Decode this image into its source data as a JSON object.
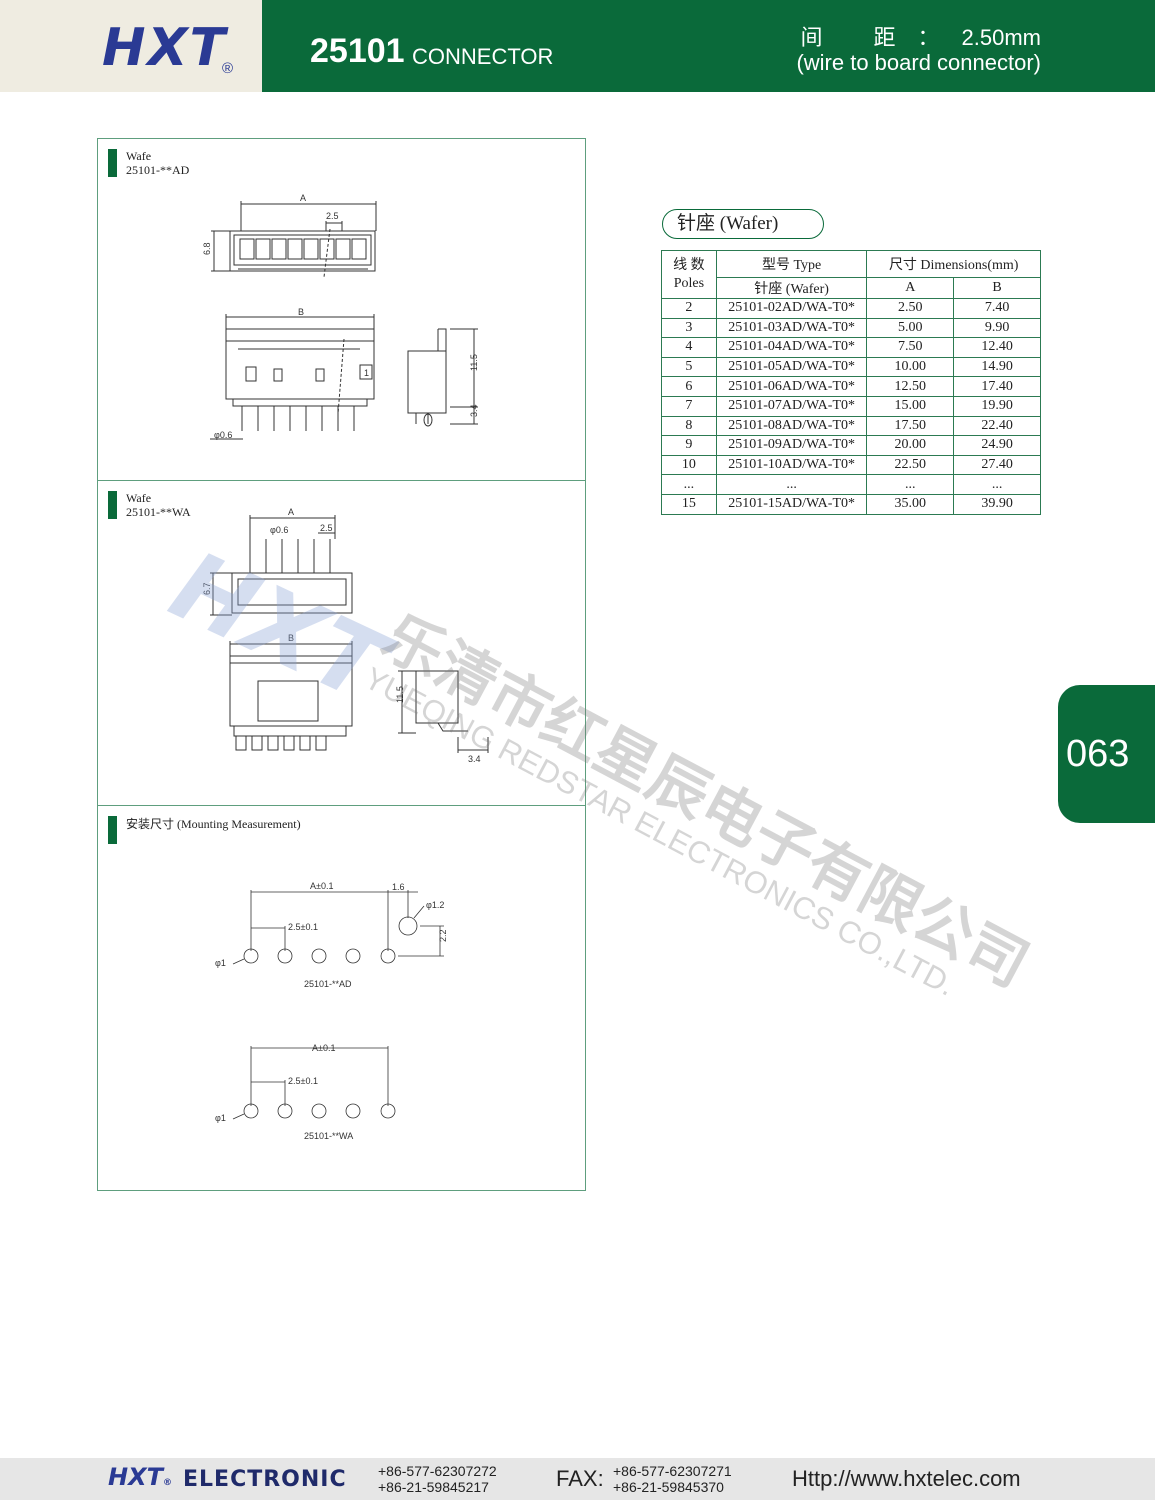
{
  "header": {
    "brand": "HXT",
    "registered": "®",
    "model": "25101",
    "kind": "CONNECTOR",
    "pitch_label": "间 距：",
    "pitch_value": "2.50mm",
    "subtitle": "(wire to board connector)"
  },
  "sections": {
    "ad": {
      "title": "Wafe",
      "part": "25101-**AD"
    },
    "wa": {
      "title": "Wafe",
      "part": "25101-**WA"
    },
    "mount": {
      "title": "安装尺寸 (Mounting Measurement)"
    }
  },
  "drawing_labels": {
    "ad_A": "A",
    "ad_pitch": "2.5",
    "ad_h": "6.8",
    "ad_B": "B",
    "ad_pin": "φ0.6",
    "ad_side_h": "11.5",
    "ad_side_l": "3.4",
    "ad_mark": "1",
    "wa_A": "A",
    "wa_pin": "φ0.6",
    "wa_pitch": "2.5",
    "wa_h": "6.7",
    "wa_B": "B",
    "wa_side_h": "11.5",
    "wa_side_l": "3.4",
    "m_ad_A": "A±0.1",
    "m_ad_off": "1.6",
    "m_ad_boss": "φ1.2",
    "m_ad_pitch": "2.5±0.1",
    "m_ad_dy": "2.2",
    "m_ad_hole": "φ1",
    "m_ad_part": "25101-**AD",
    "m_wa_A": "A±0.1",
    "m_wa_pitch": "2.5±0.1",
    "m_wa_hole": "φ1",
    "m_wa_part": "25101-**WA"
  },
  "wafer_tag": "针座 (Wafer)",
  "table": {
    "h_poles_cn": "线 数",
    "h_poles_en": "Poles",
    "h_type": "型号 Type",
    "h_type_sub": "针座 (Wafer)",
    "h_dim": "尺寸 Dimensions(mm)",
    "h_a": "A",
    "h_b": "B",
    "rows": [
      {
        "poles": "2",
        "type": "25101-02AD/WA-T0*",
        "a": "2.50",
        "b": "7.40"
      },
      {
        "poles": "3",
        "type": "25101-03AD/WA-T0*",
        "a": "5.00",
        "b": "9.90"
      },
      {
        "poles": "4",
        "type": "25101-04AD/WA-T0*",
        "a": "7.50",
        "b": "12.40"
      },
      {
        "poles": "5",
        "type": "25101-05AD/WA-T0*",
        "a": "10.00",
        "b": "14.90"
      },
      {
        "poles": "6",
        "type": "25101-06AD/WA-T0*",
        "a": "12.50",
        "b": "17.40"
      },
      {
        "poles": "7",
        "type": "25101-07AD/WA-T0*",
        "a": "15.00",
        "b": "19.90"
      },
      {
        "poles": "8",
        "type": "25101-08AD/WA-T0*",
        "a": "17.50",
        "b": "22.40"
      },
      {
        "poles": "9",
        "type": "25101-09AD/WA-T0*",
        "a": "20.00",
        "b": "24.90"
      },
      {
        "poles": "10",
        "type": "25101-10AD/WA-T0*",
        "a": "22.50",
        "b": "27.40"
      },
      {
        "poles": "...",
        "type": "...",
        "a": "...",
        "b": "..."
      },
      {
        "poles": "15",
        "type": "25101-15AD/WA-T0*",
        "a": "35.00",
        "b": "39.90"
      }
    ]
  },
  "page_number": "063",
  "watermark": {
    "logo": "HXT",
    "cn": "乐清市红星辰电子有限公司",
    "en": "YUEQING REDSTAR ELECTRONICS CO.,LTD."
  },
  "footer": {
    "brand": "HXT",
    "reg": "®",
    "electronic": "ELECTRONIC",
    "tel1": "+86-577-62307272",
    "tel2": "+86-21-59845217",
    "fax_label": "FAX:",
    "fax1": "+86-577-62307271",
    "fax2": "+86-21-59845370",
    "website": "Http://www.hxtelec.com"
  }
}
